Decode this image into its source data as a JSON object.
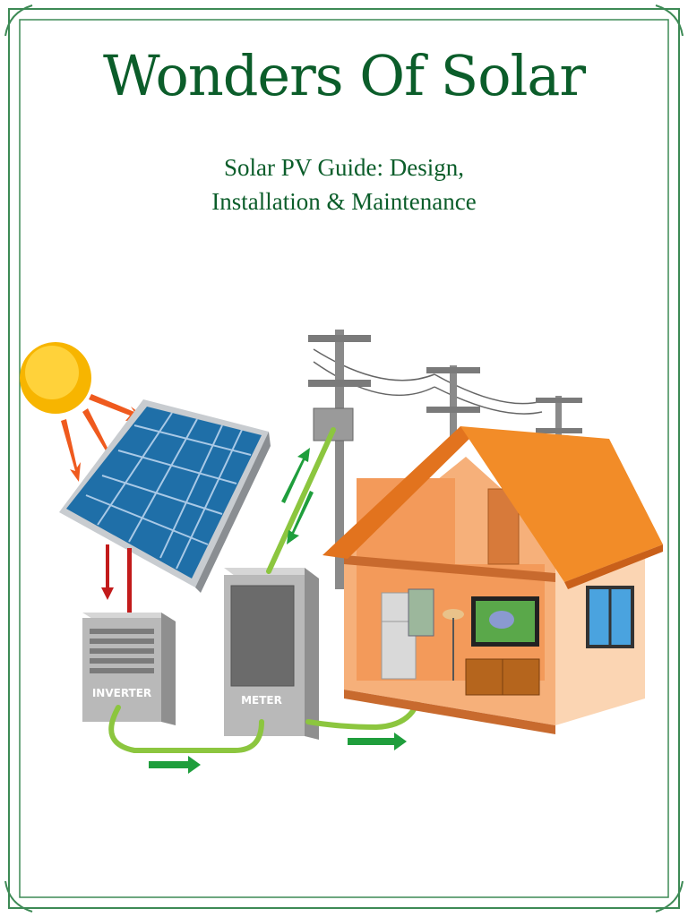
{
  "cover": {
    "title": "Wonders Of Solar",
    "subtitle_line1": "Solar PV Guide: Design,",
    "subtitle_line2": "Installation & Maintenance"
  },
  "illustration": {
    "inverter_label": "INVERTER",
    "meter_label": "METER"
  },
  "colors": {
    "title_green": "#0b5d2a",
    "frame_green": "#3d8a55",
    "cable_green": "#8cc63f",
    "roof_orange": "#f28c28",
    "wall_peach": "#f6b07a",
    "panel_blue": "#1f6fa8",
    "sun_yellow": "#f7b500"
  }
}
